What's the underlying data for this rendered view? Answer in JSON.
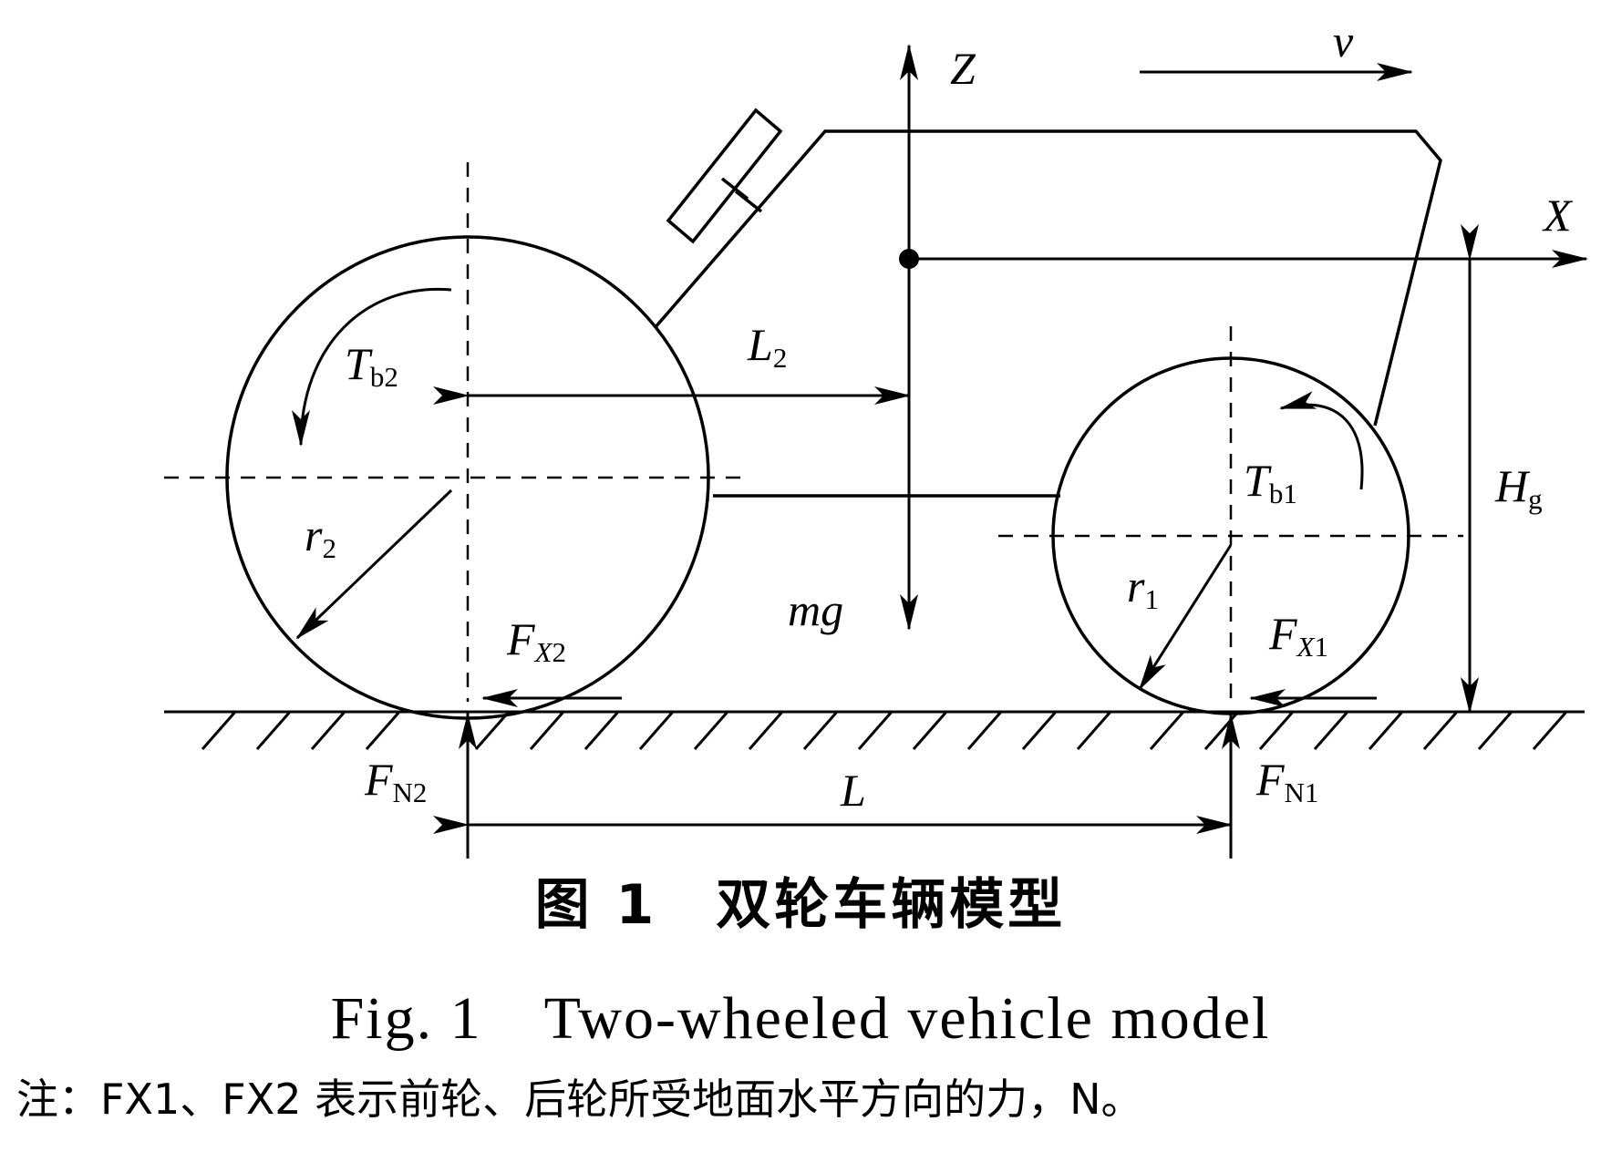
{
  "figure": {
    "labels": {
      "z_axis": "Z",
      "x_axis": "X",
      "velocity": "v",
      "wheelbase": "L",
      "l2_main": "L",
      "l2_sub": "2",
      "hg_main": "H",
      "hg_sub": "g",
      "tb2_main": "T",
      "tb2_sub": "b2",
      "tb1_main": "T",
      "tb1_sub": "b1",
      "r2_main": "r",
      "r2_sub": "2",
      "r1_main": "r",
      "r1_sub": "1",
      "mg": "mg",
      "fx2_main": "F",
      "fx2_sub_i": "X",
      "fx2_sub_n": "2",
      "fx1_main": "F",
      "fx1_sub_i": "X",
      "fx1_sub_n": "1",
      "fn2_main": "F",
      "fn2_sub": "N2",
      "fn1_main": "F",
      "fn1_sub": "N1"
    },
    "colors": {
      "stroke": "#000000",
      "background": "#ffffff"
    }
  },
  "caption": {
    "chinese": "图 1　双轮车辆模型",
    "english": "Fig. 1　Two-wheeled vehicle model"
  },
  "note": "注：FX1、FX2 表示前轮、后轮所受地面水平方向的力，N。"
}
